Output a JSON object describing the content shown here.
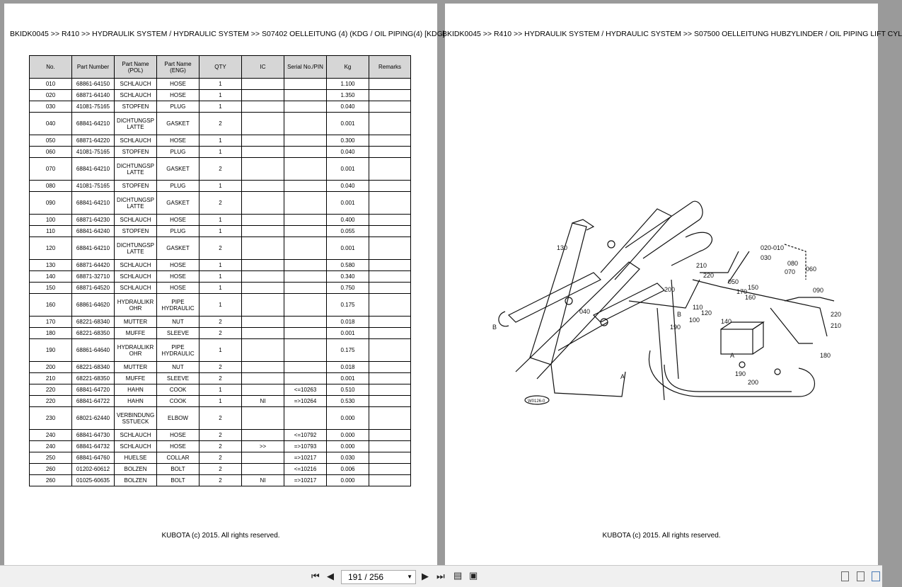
{
  "left_page": {
    "header": "BKIDK0045 >> R410 >> HYDRAULIK SYSTEM / HYDRAULIC SYSTEM >> S07402   OELLEITUNG (4) (KDG / OIL PIPING(4)   [KDG]",
    "footer": "KUBOTA (c) 2015. All rights reserved.",
    "table": {
      "headers": [
        "No.",
        "Part Number",
        "Part Name (POL)",
        "Part Name (ENG)",
        "QTY",
        "IC",
        "Serial No./PIN",
        "Kg",
        "Remarks"
      ],
      "rows": [
        {
          "no": "010",
          "pn": "68861-64150",
          "pol": "SCHLAUCH",
          "eng": "HOSE",
          "qty": "1",
          "ic": "",
          "serial": "",
          "kg": "1.100",
          "rem": "",
          "tall": false
        },
        {
          "no": "020",
          "pn": "68871-64140",
          "pol": "SCHLAUCH",
          "eng": "HOSE",
          "qty": "1",
          "ic": "",
          "serial": "",
          "kg": "1.350",
          "rem": "",
          "tall": false
        },
        {
          "no": "030",
          "pn": "41081-75165",
          "pol": "STOPFEN",
          "eng": "PLUG",
          "qty": "1",
          "ic": "",
          "serial": "",
          "kg": "0.040",
          "rem": "",
          "tall": false
        },
        {
          "no": "040",
          "pn": "68841-64210",
          "pol": "DICHTUNGSP LATTE",
          "eng": "GASKET",
          "qty": "2",
          "ic": "",
          "serial": "",
          "kg": "0.001",
          "rem": "",
          "tall": true
        },
        {
          "no": "050",
          "pn": "68871-64220",
          "pol": "SCHLAUCH",
          "eng": "HOSE",
          "qty": "1",
          "ic": "",
          "serial": "",
          "kg": "0.300",
          "rem": "",
          "tall": false
        },
        {
          "no": "060",
          "pn": "41081-75165",
          "pol": "STOPFEN",
          "eng": "PLUG",
          "qty": "1",
          "ic": "",
          "serial": "",
          "kg": "0.040",
          "rem": "",
          "tall": false
        },
        {
          "no": "070",
          "pn": "68841-64210",
          "pol": "DICHTUNGSP LATTE",
          "eng": "GASKET",
          "qty": "2",
          "ic": "",
          "serial": "",
          "kg": "0.001",
          "rem": "",
          "tall": true
        },
        {
          "no": "080",
          "pn": "41081-75165",
          "pol": "STOPFEN",
          "eng": "PLUG",
          "qty": "1",
          "ic": "",
          "serial": "",
          "kg": "0.040",
          "rem": "",
          "tall": false
        },
        {
          "no": "090",
          "pn": "68841-64210",
          "pol": "DICHTUNGSP LATTE",
          "eng": "GASKET",
          "qty": "2",
          "ic": "",
          "serial": "",
          "kg": "0.001",
          "rem": "",
          "tall": true
        },
        {
          "no": "100",
          "pn": "68871-64230",
          "pol": "SCHLAUCH",
          "eng": "HOSE",
          "qty": "1",
          "ic": "",
          "serial": "",
          "kg": "0.400",
          "rem": "",
          "tall": false
        },
        {
          "no": "110",
          "pn": "68841-64240",
          "pol": "STOPFEN",
          "eng": "PLUG",
          "qty": "1",
          "ic": "",
          "serial": "",
          "kg": "0.055",
          "rem": "",
          "tall": false
        },
        {
          "no": "120",
          "pn": "68841-64210",
          "pol": "DICHTUNGSP LATTE",
          "eng": "GASKET",
          "qty": "2",
          "ic": "",
          "serial": "",
          "kg": "0.001",
          "rem": "",
          "tall": true
        },
        {
          "no": "130",
          "pn": "68871-64420",
          "pol": "SCHLAUCH",
          "eng": "HOSE",
          "qty": "1",
          "ic": "",
          "serial": "",
          "kg": "0.580",
          "rem": "",
          "tall": false
        },
        {
          "no": "140",
          "pn": "68871-32710",
          "pol": "SCHLAUCH",
          "eng": "HOSE",
          "qty": "1",
          "ic": "",
          "serial": "",
          "kg": "0.340",
          "rem": "",
          "tall": false
        },
        {
          "no": "150",
          "pn": "68871-64520",
          "pol": "SCHLAUCH",
          "eng": "HOSE",
          "qty": "1",
          "ic": "",
          "serial": "",
          "kg": "0.750",
          "rem": "",
          "tall": false
        },
        {
          "no": "160",
          "pn": "68861-64620",
          "pol": "HYDRAULIKR OHR",
          "eng": "PIPE HYDRAULIC",
          "qty": "1",
          "ic": "",
          "serial": "",
          "kg": "0.175",
          "rem": "",
          "tall": true
        },
        {
          "no": "170",
          "pn": "68221-68340",
          "pol": "MUTTER",
          "eng": "NUT",
          "qty": "2",
          "ic": "",
          "serial": "",
          "kg": "0.018",
          "rem": "",
          "tall": false
        },
        {
          "no": "180",
          "pn": "68221-68350",
          "pol": "MUFFE",
          "eng": "SLEEVE",
          "qty": "2",
          "ic": "",
          "serial": "",
          "kg": "0.001",
          "rem": "",
          "tall": false
        },
        {
          "no": "190",
          "pn": "68861-64640",
          "pol": "HYDRAULIKR OHR",
          "eng": "PIPE HYDRAULIC",
          "qty": "1",
          "ic": "",
          "serial": "",
          "kg": "0.175",
          "rem": "",
          "tall": true
        },
        {
          "no": "200",
          "pn": "68221-68340",
          "pol": "MUTTER",
          "eng": "NUT",
          "qty": "2",
          "ic": "",
          "serial": "",
          "kg": "0.018",
          "rem": "",
          "tall": false
        },
        {
          "no": "210",
          "pn": "68221-68350",
          "pol": "MUFFE",
          "eng": "SLEEVE",
          "qty": "2",
          "ic": "",
          "serial": "",
          "kg": "0.001",
          "rem": "",
          "tall": false
        },
        {
          "no": "220",
          "pn": "68841-64720",
          "pol": "HAHN",
          "eng": "COOK",
          "qty": "1",
          "ic": "",
          "serial": "<=10263",
          "kg": "0.510",
          "rem": "",
          "tall": false
        },
        {
          "no": "220",
          "pn": "68841-64722",
          "pol": "HAHN",
          "eng": "COOK",
          "qty": "1",
          "ic": "NI",
          "serial": "=>10264",
          "kg": "0.530",
          "rem": "",
          "tall": false
        },
        {
          "no": "230",
          "pn": "68021-62440",
          "pol": "VERBINDUNG SSTUECK",
          "eng": "ELBOW",
          "qty": "2",
          "ic": "",
          "serial": "",
          "kg": "0.000",
          "rem": "",
          "tall": true
        },
        {
          "no": "240",
          "pn": "68841-64730",
          "pol": "SCHLAUCH",
          "eng": "HOSE",
          "qty": "2",
          "ic": "",
          "serial": "<=10792",
          "kg": "0.000",
          "rem": "",
          "tall": false
        },
        {
          "no": "240",
          "pn": "68841-64732",
          "pol": "SCHLAUCH",
          "eng": "HOSE",
          "qty": "2",
          "ic": ">>",
          "serial": "=>10793",
          "kg": "0.000",
          "rem": "",
          "tall": false
        },
        {
          "no": "250",
          "pn": "68841-64760",
          "pol": "HUELSE",
          "eng": "COLLAR",
          "qty": "2",
          "ic": "",
          "serial": "=>10217",
          "kg": "0.030",
          "rem": "",
          "tall": false
        },
        {
          "no": "260",
          "pn": "01202-60612",
          "pol": "BOLZEN",
          "eng": "BOLT",
          "qty": "2",
          "ic": "",
          "serial": "<=10216",
          "kg": "0.006",
          "rem": "",
          "tall": false
        },
        {
          "no": "260",
          "pn": "01025-60635",
          "pol": "BOLZEN",
          "eng": "BOLT",
          "qty": "2",
          "ic": "NI",
          "serial": "=>10217",
          "kg": "0.000",
          "rem": "",
          "tall": false
        }
      ]
    }
  },
  "right_page": {
    "header": "BKIDK0045 >> R410 >> HYDRAULIK SYSTEM / HYDRAULIC SYSTEM >> S07500   OELLEITUNG HUBZYLINDER / OIL PIPING LIFT CYL",
    "footer": "KUBOTA (c) 2015. All rights reserved.",
    "diagram_labels": [
      "130",
      "020-010",
      "030",
      "210",
      "220",
      "080",
      "070",
      "060",
      "200",
      "050",
      "150",
      "170",
      "160",
      "090",
      "110",
      "120",
      "040",
      "100",
      "140",
      "220",
      "210",
      "190",
      "180",
      "190",
      "200",
      "B",
      "A",
      "A",
      "B",
      "W0126-0"
    ]
  },
  "toolbar": {
    "page_indicator": "191 / 256",
    "first_label": "⏮",
    "prev_label": "◀",
    "next_label": "▶",
    "last_label": "⏭"
  }
}
